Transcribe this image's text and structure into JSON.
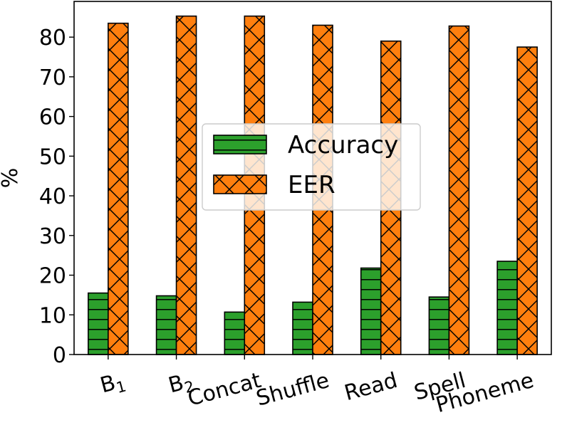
{
  "chart_data": {
    "type": "bar",
    "categories": [
      "B1",
      "B2",
      "Concat",
      "Shuffle",
      "Read",
      "Spell",
      "Phoneme"
    ],
    "category_labels": [
      {
        "main": "B",
        "sub": "1"
      },
      {
        "main": "B",
        "sub": "2"
      },
      {
        "main": "Concat",
        "sub": ""
      },
      {
        "main": "Shuffle",
        "sub": ""
      },
      {
        "main": "Read",
        "sub": ""
      },
      {
        "main": "Spell",
        "sub": ""
      },
      {
        "main": "Phoneme",
        "sub": ""
      }
    ],
    "series": [
      {
        "name": "Accuracy",
        "values": [
          15.5,
          14.8,
          10.7,
          13.2,
          21.8,
          14.5,
          23.5
        ],
        "color": "#2ca02c",
        "hatch": "horizontal-lines"
      },
      {
        "name": "EER",
        "values": [
          83.5,
          85.3,
          85.3,
          83.0,
          79.0,
          82.8,
          77.5
        ],
        "color": "#ff7f0e",
        "hatch": "crosses"
      }
    ],
    "ylabel": "%",
    "xlabel": "",
    "title": "",
    "ylim": [
      0,
      89
    ],
    "yticks": [
      0,
      10,
      20,
      30,
      40,
      50,
      60,
      70,
      80
    ],
    "grid": false,
    "legend_position": "center"
  }
}
